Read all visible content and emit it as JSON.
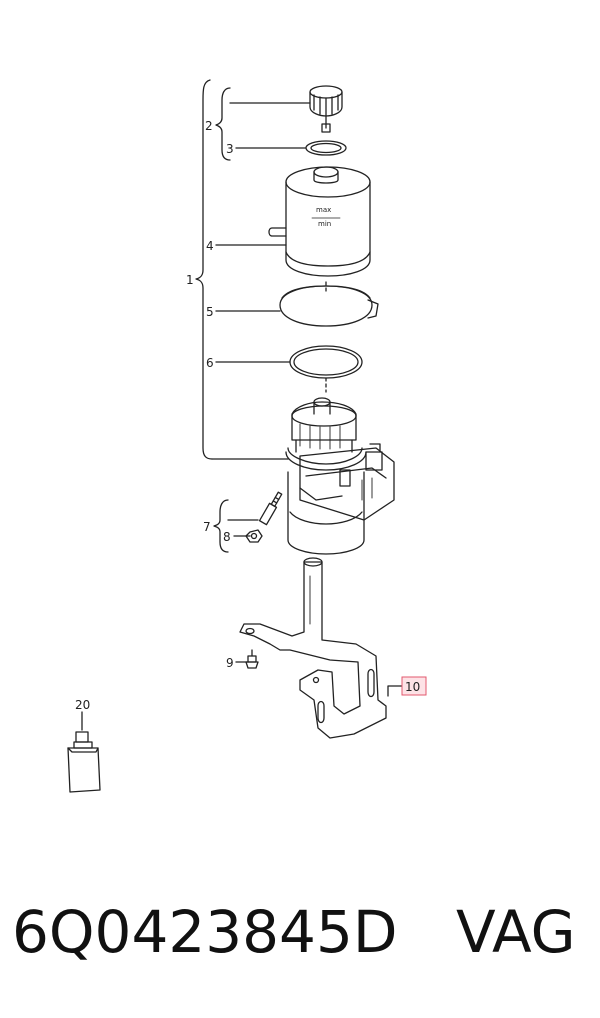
{
  "diagram": {
    "callouts": {
      "c1": "1",
      "c2": "2",
      "c3": "3",
      "c4": "4",
      "c5": "5",
      "c6": "6",
      "c7": "7",
      "c8": "8",
      "c9": "9",
      "c10": "10",
      "c20": "20"
    },
    "reservoir_marks": {
      "max": "max",
      "min": "min"
    },
    "highlighted_callout": "10",
    "highlight_color": "#e2586e"
  },
  "footer": {
    "part_number": "6Q0423845D",
    "brand": "VAG"
  }
}
